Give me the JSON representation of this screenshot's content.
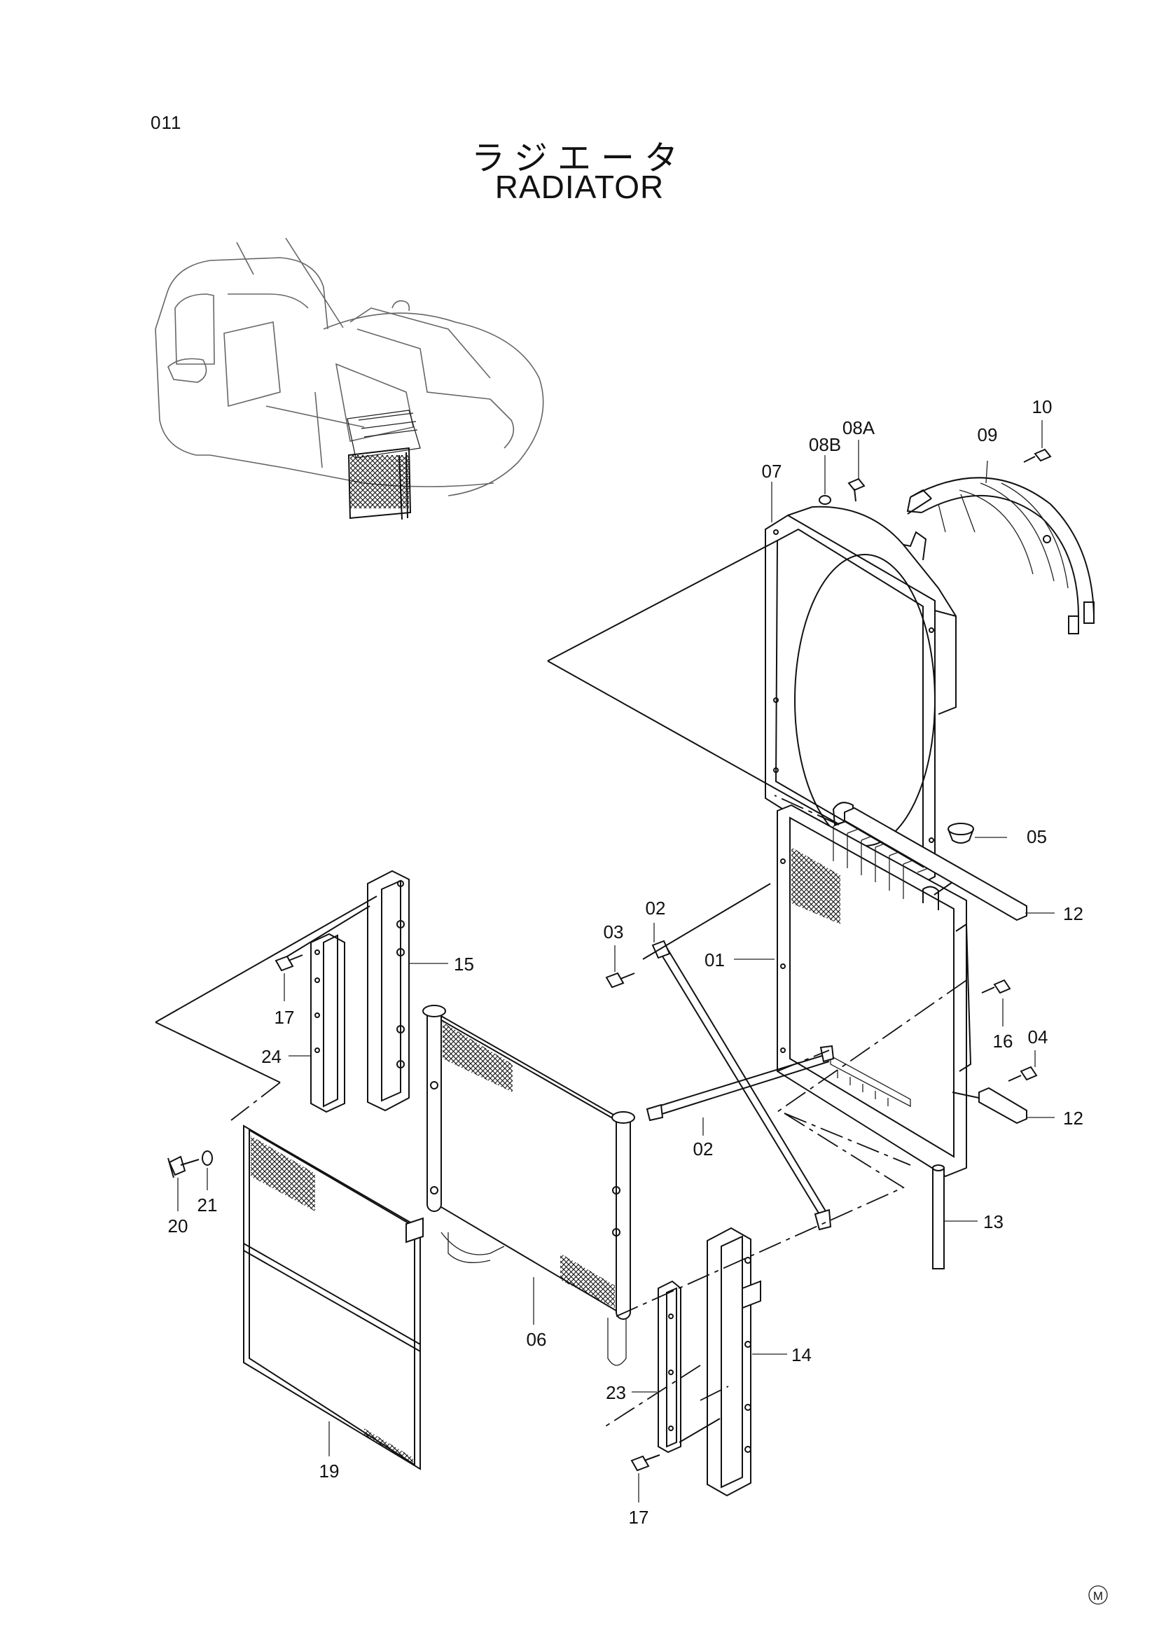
{
  "page": {
    "number": "011",
    "title_jp": "ラジエータ",
    "title_en": "RADIATOR",
    "mark": "M"
  },
  "callouts": {
    "c01": "01",
    "c02a": "02",
    "c02b": "02",
    "c03": "03",
    "c04": "04",
    "c05": "05",
    "c06": "06",
    "c07": "07",
    "c08A": "08A",
    "c08B": "08B",
    "c09": "09",
    "c10": "10",
    "c12a": "12",
    "c12b": "12",
    "c13": "13",
    "c14": "14",
    "c15": "15",
    "c16": "16",
    "c17a": "17",
    "c17b": "17",
    "c19": "19",
    "c20": "20",
    "c21": "21",
    "c23": "23",
    "c24": "24"
  },
  "colors": {
    "ink": "#111111",
    "paper": "#ffffff"
  }
}
